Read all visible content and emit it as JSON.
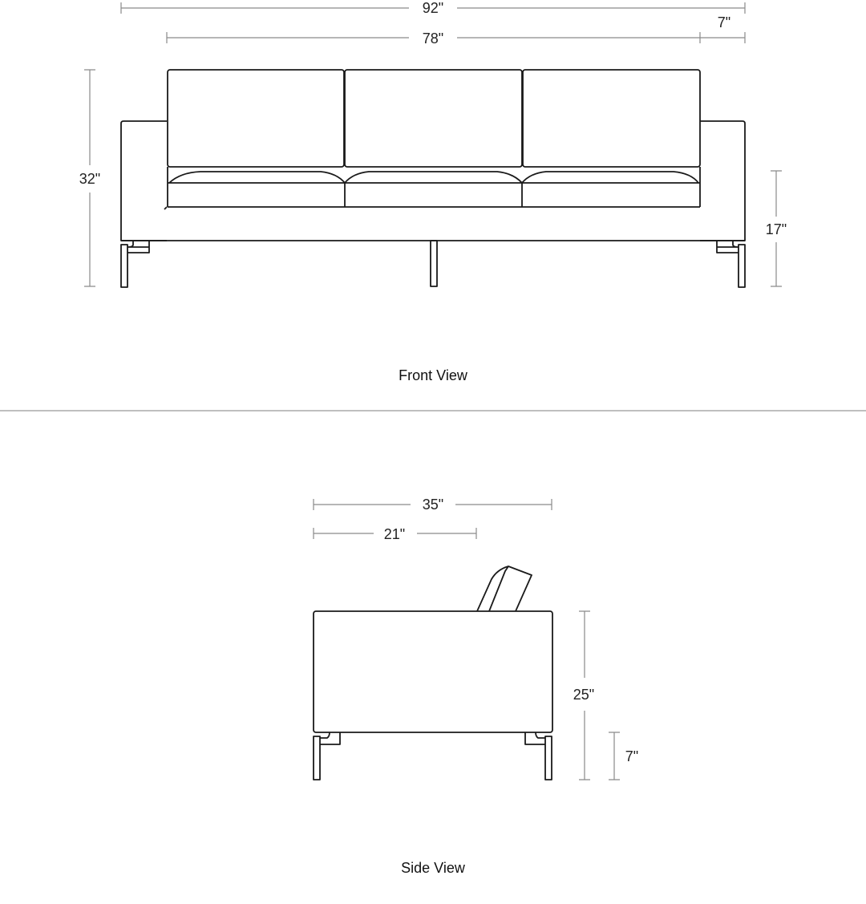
{
  "front_view": {
    "title": "Front View",
    "dimensions": {
      "overall_width": "92\"",
      "inner_width": "78\"",
      "arm_width": "7\"",
      "overall_height": "32\"",
      "seat_height": "17\""
    }
  },
  "side_view": {
    "title": "Side View",
    "dimensions": {
      "overall_depth": "35\"",
      "seat_depth": "21\"",
      "arm_height": "25\"",
      "leg_height": "7\""
    }
  },
  "colors": {
    "line": "#1a1a1a",
    "dimension": "#8a8a8a",
    "divider": "#999999"
  }
}
